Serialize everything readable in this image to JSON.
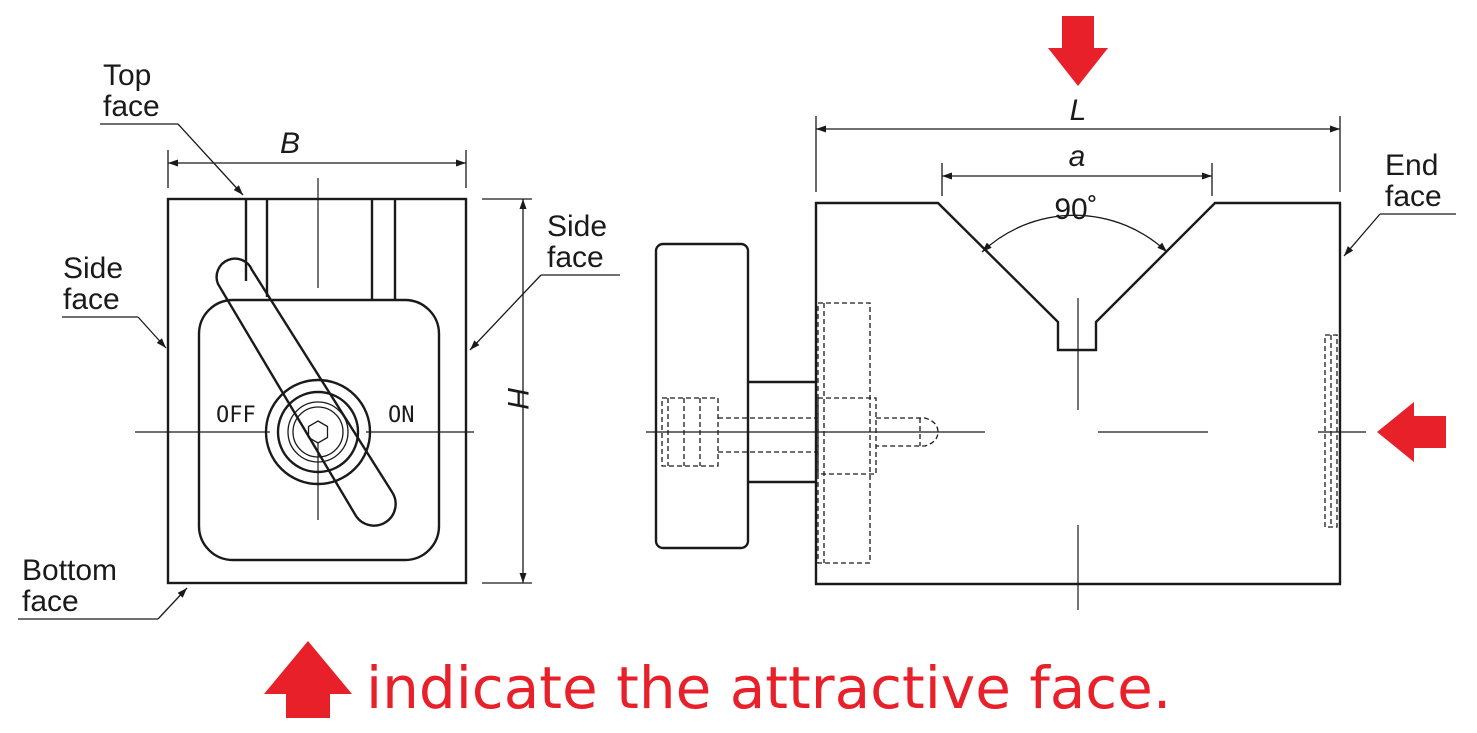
{
  "front_view": {
    "label_top_face": [
      "Top",
      "face"
    ],
    "label_side_face_left": [
      "Side",
      "face"
    ],
    "label_side_face_right": [
      "Side",
      "face"
    ],
    "label_bottom_face": [
      "Bottom",
      "face"
    ],
    "dim_width": "B",
    "dim_height": "H",
    "switch_off": "OFF",
    "switch_on": "ON"
  },
  "side_view": {
    "dim_length": "L",
    "dim_groove": "a",
    "groove_angle": "90˚",
    "label_end_face": [
      "End",
      "face"
    ]
  },
  "legend": {
    "text": "indicate the attractive face."
  },
  "colors": {
    "line": "#1a1a1a",
    "accent_arrow": "#e8202a"
  }
}
